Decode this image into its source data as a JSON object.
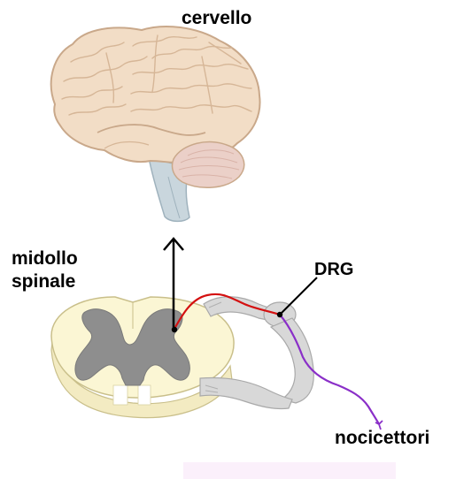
{
  "labels": {
    "brain": "cervello",
    "spinal_cord_line1": "midollo",
    "spinal_cord_line2": "spinale",
    "drg": "DRG",
    "nociceptors": "nocicettori"
  },
  "colors": {
    "brain_fill": "#f2ddc6",
    "brain_outline": "#c9a88a",
    "cerebellum_fill": "#ebd0c8",
    "brainstem_fill": "#c9d6dd",
    "white_matter": "#fbf6d4",
    "grey_matter": "#8e8e8e",
    "root_fill": "#d8d8d8",
    "ascending_fiber": "#d41010",
    "peripheral_fiber": "#8a2fc8",
    "arrow": "#000000"
  },
  "icons": {
    "ascending_arrow": "up-arrow"
  }
}
